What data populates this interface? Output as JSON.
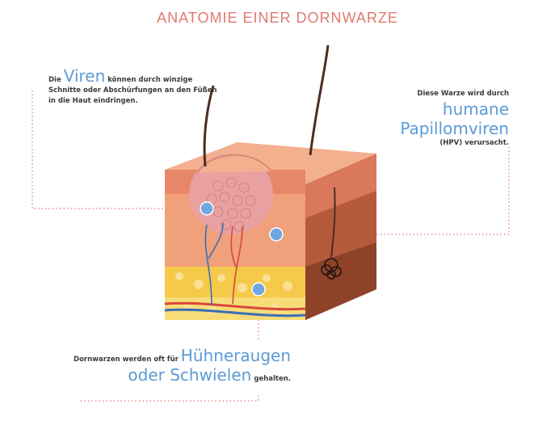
{
  "title": "ANATOMIE EINER DORNWARZE",
  "viruses": {
    "lead": "Die",
    "highlight": "Viren",
    "rest": "können durch winzige Schnitte oder Abschürfungen an den Füßen in die Haut eindringen."
  },
  "hpv": {
    "lead": "Diese Warze wird durch",
    "highlight1": "humane",
    "highlight2": "Papillomviren",
    "rest": "(HPV) verursacht."
  },
  "corns": {
    "lead": "Dornwarzen werden oft für",
    "highlight1": "Hühneraugen",
    "highlight2": "oder Schwielen",
    "rest": "gehalten."
  },
  "colors": {
    "title": "#e07a6e",
    "accent": "#5b9bd5",
    "skin_top": "#f3b08e",
    "epidermis": "#e8866a",
    "dermis": "#f0a07a",
    "fat": "#f5c94a",
    "wart": "#e8a0a0"
  }
}
